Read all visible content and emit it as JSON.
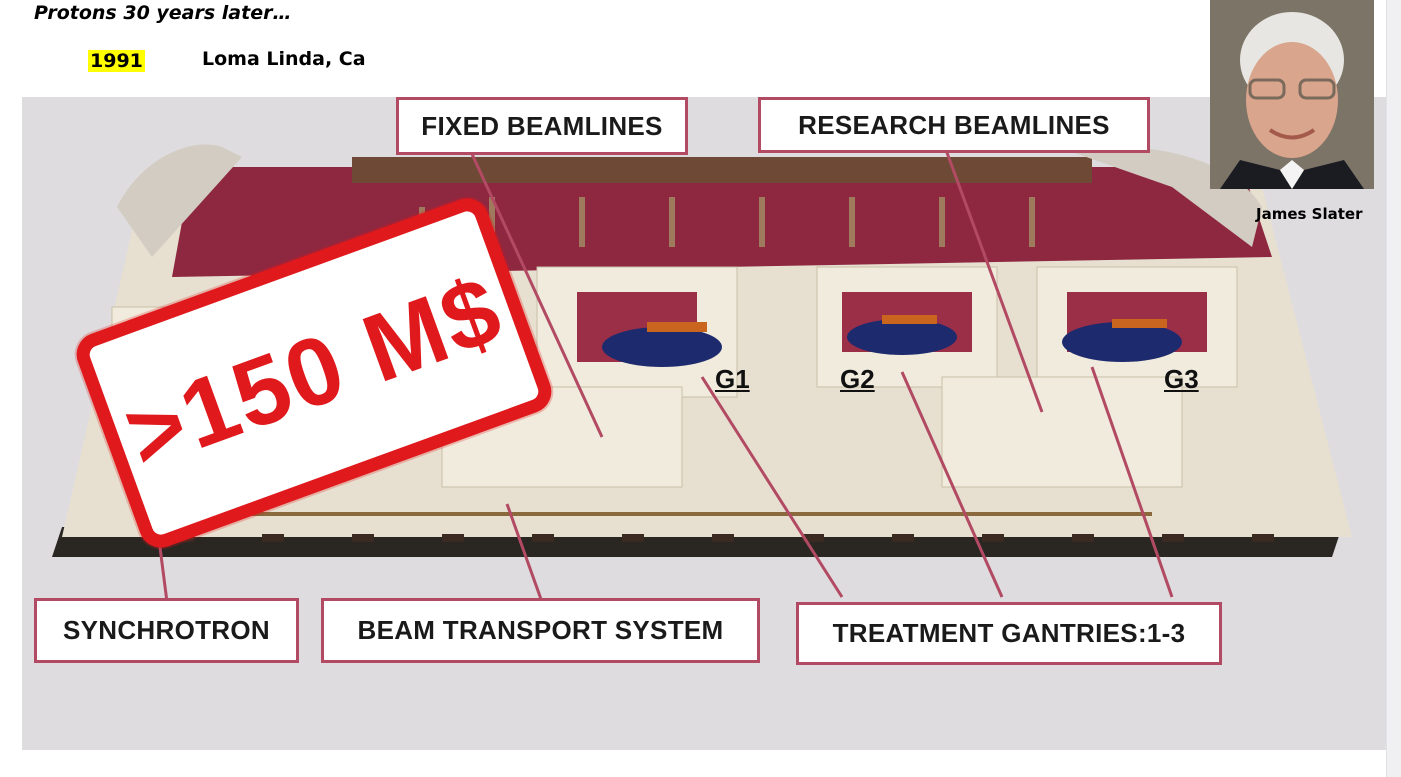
{
  "slide": {
    "title": "Protons 30 years later…",
    "year": "1991",
    "place": "Loma Linda, Ca"
  },
  "portrait": {
    "caption": "James Slater"
  },
  "figure": {
    "labels": {
      "fixed_beamlines": "FIXED BEAMLINES",
      "research_beamlines": "RESEARCH BEAMLINES",
      "synchrotron": "SYNCHROTRON",
      "beam_transport": "BEAM TRANSPORT SYSTEM",
      "treatment_gantries": "TREATMENT  GANTRIES:1-3"
    },
    "gantries": [
      "G1",
      "G2",
      "G3"
    ],
    "stamp": ">150 M$"
  },
  "colors": {
    "label_border": "#b24a63",
    "stamp": "#e0191c",
    "highlight": "#ffff00"
  }
}
